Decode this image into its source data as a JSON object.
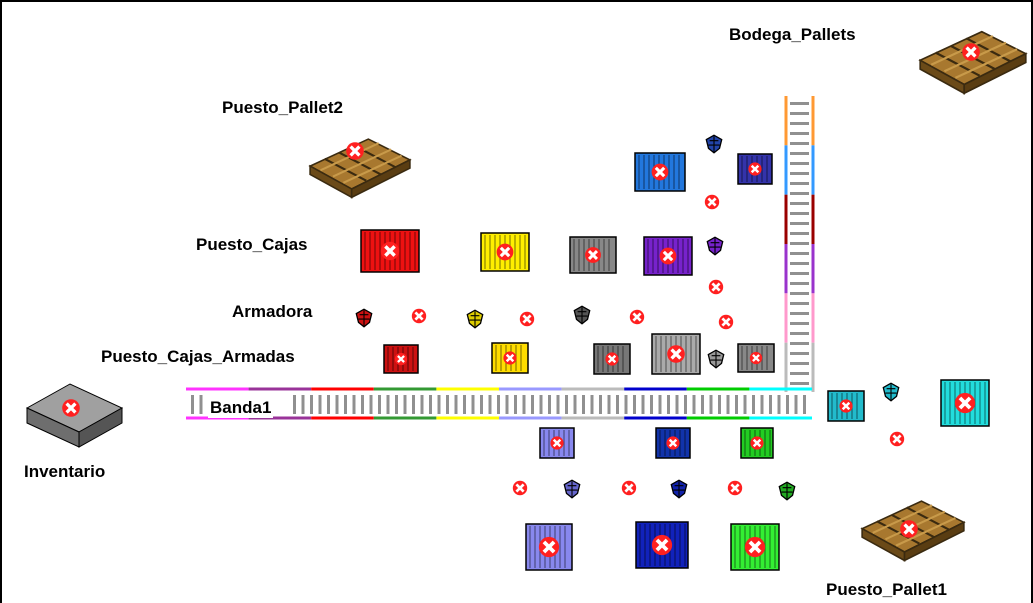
{
  "labels": {
    "bodega_pallets": "Bodega_Pallets",
    "puesto_pallet2": "Puesto_Pallet2",
    "puesto_cajas": "Puesto_Cajas",
    "armadora": "Armadora",
    "puesto_cajas_armadas": "Puesto_Cajas_Armadas",
    "banda1": "Banda1",
    "inventario": "Inventario",
    "puesto_pallet1": "Puesto_Pallet1"
  },
  "colors": {
    "pallet": "#8b6a2b",
    "inventory": "#808080",
    "error_marker": "#ff2020",
    "conveyor_segments": [
      "#ff33ff",
      "#993399",
      "#ff0000",
      "#339933",
      "#ffff00",
      "#9999ff",
      "#bbbbbb",
      "#0000cc",
      "#00cc00",
      "#00ffff"
    ],
    "vertical_conveyor_segments": [
      "#ff9933",
      "#3399ff",
      "#990000",
      "#9933cc",
      "#ff99cc",
      "#bbbbbb"
    ]
  },
  "boxes": [
    {
      "name": "caja-puesto-cajas-red",
      "color": "#ee1111"
    },
    {
      "name": "caja-yellow",
      "color": "#ffee00"
    },
    {
      "name": "caja-gray",
      "color": "#888888"
    },
    {
      "name": "caja-purple",
      "color": "#7722cc"
    },
    {
      "name": "caja-navy-top",
      "color": "#3333aa"
    },
    {
      "name": "caja-blue-top",
      "color": "#2277dd"
    },
    {
      "name": "caja-armada-red",
      "color": "#cc1111"
    },
    {
      "name": "caja-armada-yellow",
      "color": "#ffdd00"
    },
    {
      "name": "caja-armada-gray",
      "color": "#777777"
    },
    {
      "name": "caja-armada-lightgray",
      "color": "#aaaaaa"
    },
    {
      "name": "caja-armada-gray2",
      "color": "#888888"
    },
    {
      "name": "caja-cyan-small",
      "color": "#22bbcc"
    },
    {
      "name": "caja-cyan-large",
      "color": "#22dddd"
    },
    {
      "name": "caja-below-lilac",
      "color": "#8888ee"
    },
    {
      "name": "caja-below-navy",
      "color": "#1133aa"
    },
    {
      "name": "caja-below-green",
      "color": "#22cc22"
    },
    {
      "name": "caja-bottom-lilac",
      "color": "#8888ee"
    },
    {
      "name": "caja-bottom-navy",
      "color": "#1122bb"
    },
    {
      "name": "caja-bottom-green",
      "color": "#33ee33"
    }
  ]
}
